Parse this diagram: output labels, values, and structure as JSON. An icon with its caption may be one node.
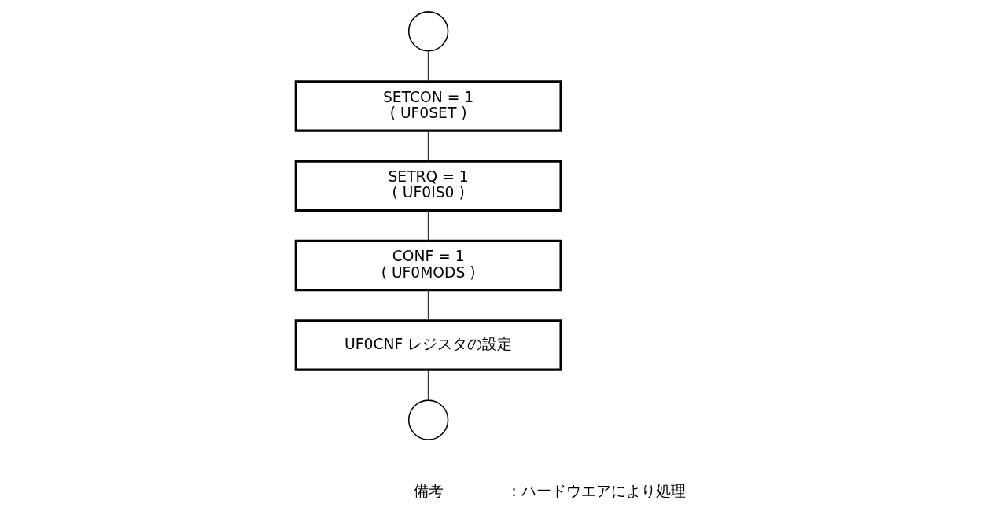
{
  "diagram": {
    "nodes": [
      {
        "text": [],
        "shape": "circle"
      },
      {
        "text": [
          "SETCON = 1",
          "( UF0SET )"
        ]
      },
      {
        "text": [
          "SETRQ = 1",
          "( UF0IS0 )"
        ]
      },
      {
        "text": [
          "CONF = 1",
          "( UF0MODS )"
        ]
      },
      {
        "text": [
          "UF0CNF レジスタの設定"
        ]
      },
      {
        "text": [],
        "shape": "circle"
      }
    ],
    "edges": [
      {
        "from": 0,
        "to": 1,
        "arrow": "none"
      },
      {
        "from": 1,
        "to": 2,
        "arrow": "none"
      },
      {
        "from": 2,
        "to": 3,
        "arrow": "none"
      },
      {
        "from": 3,
        "to": 4,
        "arrow": "none"
      },
      {
        "from": 4,
        "to": 5,
        "arrow": "none"
      }
    ],
    "labels": [
      "備考",
      "：ハードウエアにより処理"
    ]
  }
}
